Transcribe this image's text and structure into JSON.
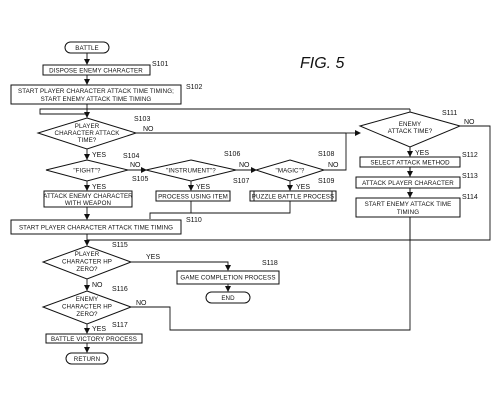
{
  "figure_title": "FIG. 5",
  "nodes": {
    "battle": "BATTLE",
    "dispose": "DISPOSE ENEMY CHARACTER",
    "start_timing_l1": "START PLAYER CHARACTER ATTACK TIME TIMING;",
    "start_timing_l2": "START ENEMY ATTACK TIME TIMING",
    "player_attack_time_l1": "PLAYER",
    "player_attack_time_l2": "CHARACTER ATTACK",
    "player_attack_time_l3": "TIME?",
    "fight": "\"FIGHT\"?",
    "instrument": "\"INSTRUMENT\"?",
    "magic": "\"MAGIC\"?",
    "attack_weapon_l1": "ATTACK ENEMY CHARACTER",
    "attack_weapon_l2": "WITH WEAPON",
    "process_item": "PROCESS USING ITEM",
    "puzzle": "PUZZLE BATTLE PROCESS",
    "start_player_timing": "START PLAYER CHARACTER ATTACK TIME TIMING",
    "player_hp_l1": "PLAYER",
    "player_hp_l2": "CHARACTER HP",
    "player_hp_l3": "ZERO?",
    "game_completion": "GAME COMPLETION PROCESS",
    "end": "END",
    "enemy_hp_l1": "ENEMY",
    "enemy_hp_l2": "CHARACTER HP",
    "enemy_hp_l3": "ZERO?",
    "battle_victory": "BATTLE VICTORY PROCESS",
    "return": "RETURN",
    "enemy_attack_time_l1": "ENEMY",
    "enemy_attack_time_l2": "ATTACK TIME?",
    "select_attack": "SELECT ATTACK METHOD",
    "attack_player": "ATTACK PLAYER CHARACTER",
    "start_enemy_timing_l1": "START ENEMY ATTACK TIME",
    "start_enemy_timing_l2": "TIMING"
  },
  "steps": {
    "s101": "S101",
    "s102": "S102",
    "s103": "S103",
    "s104": "S104",
    "s105": "S105",
    "s106": "S106",
    "s107": "S107",
    "s108": "S108",
    "s109": "S109",
    "s110": "S110",
    "s111": "S111",
    "s112": "S112",
    "s113": "S113",
    "s114": "S114",
    "s115": "S115",
    "s116": "S116",
    "s117": "S117",
    "s118": "S118"
  },
  "branches": {
    "yes": "YES",
    "no": "NO"
  }
}
